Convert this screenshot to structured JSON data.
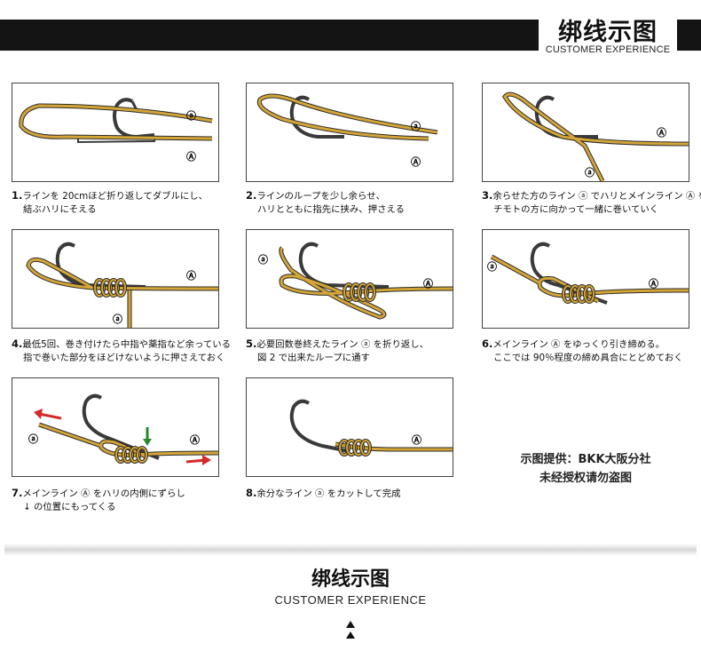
{
  "header": {
    "title": "绑线示图",
    "subtitle": "CUSTOMER EXPERIENCE"
  },
  "steps": [
    {
      "num": "1.",
      "line1": "ラインを 20cmほど折り返してダブルにし、",
      "line2": "結ぶハリにそえる"
    },
    {
      "num": "2.",
      "line1": "ラインのループを少し余らせ、",
      "line2": "ハリとともに指先に挟み、押さえる"
    },
    {
      "num": "3.",
      "line1": "余らせた方のライン ⓐ でハリとメインライン Ⓐ を",
      "line2": "チモトの方に向かって一緒に巻いていく"
    },
    {
      "num": "4.",
      "line1": "最低5回、巻き付けたら中指や薬指など余っている",
      "line2": "指で巻いた部分をほどけないように押さえておく"
    },
    {
      "num": "5.",
      "line1": "必要回数巻終えたライン ⓐ を折り返し、",
      "line2": "図 2 で出来たループに通す"
    },
    {
      "num": "6.",
      "line1": "メインライン Ⓐ をゆっくり引き締める。",
      "line2": "ここでは 90％程度の締め具合にとどめておく"
    },
    {
      "num": "7.",
      "line1": "メインライン Ⓐ をハリの内側にずらし",
      "line2": "↓ の位置にもってくる"
    },
    {
      "num": "8.",
      "line1": "余分なライン ⓐ をカットして完成",
      "line2": ""
    }
  ],
  "labels": {
    "main_line": "Ⓐ",
    "tag_line": "ⓐ"
  },
  "credit": {
    "line1": "示图提供：BKK大阪分社",
    "line2": "未经授权请勿盗图"
  },
  "footer": {
    "title": "绑线示图",
    "subtitle": "CUSTOMER EXPERIENCE"
  },
  "colors": {
    "line": "#d4a537",
    "line_outline": "#2b2b2b",
    "hook": "#3a3a3a",
    "arrow_red": "#d42a2a",
    "arrow_green": "#2a8a2a"
  }
}
